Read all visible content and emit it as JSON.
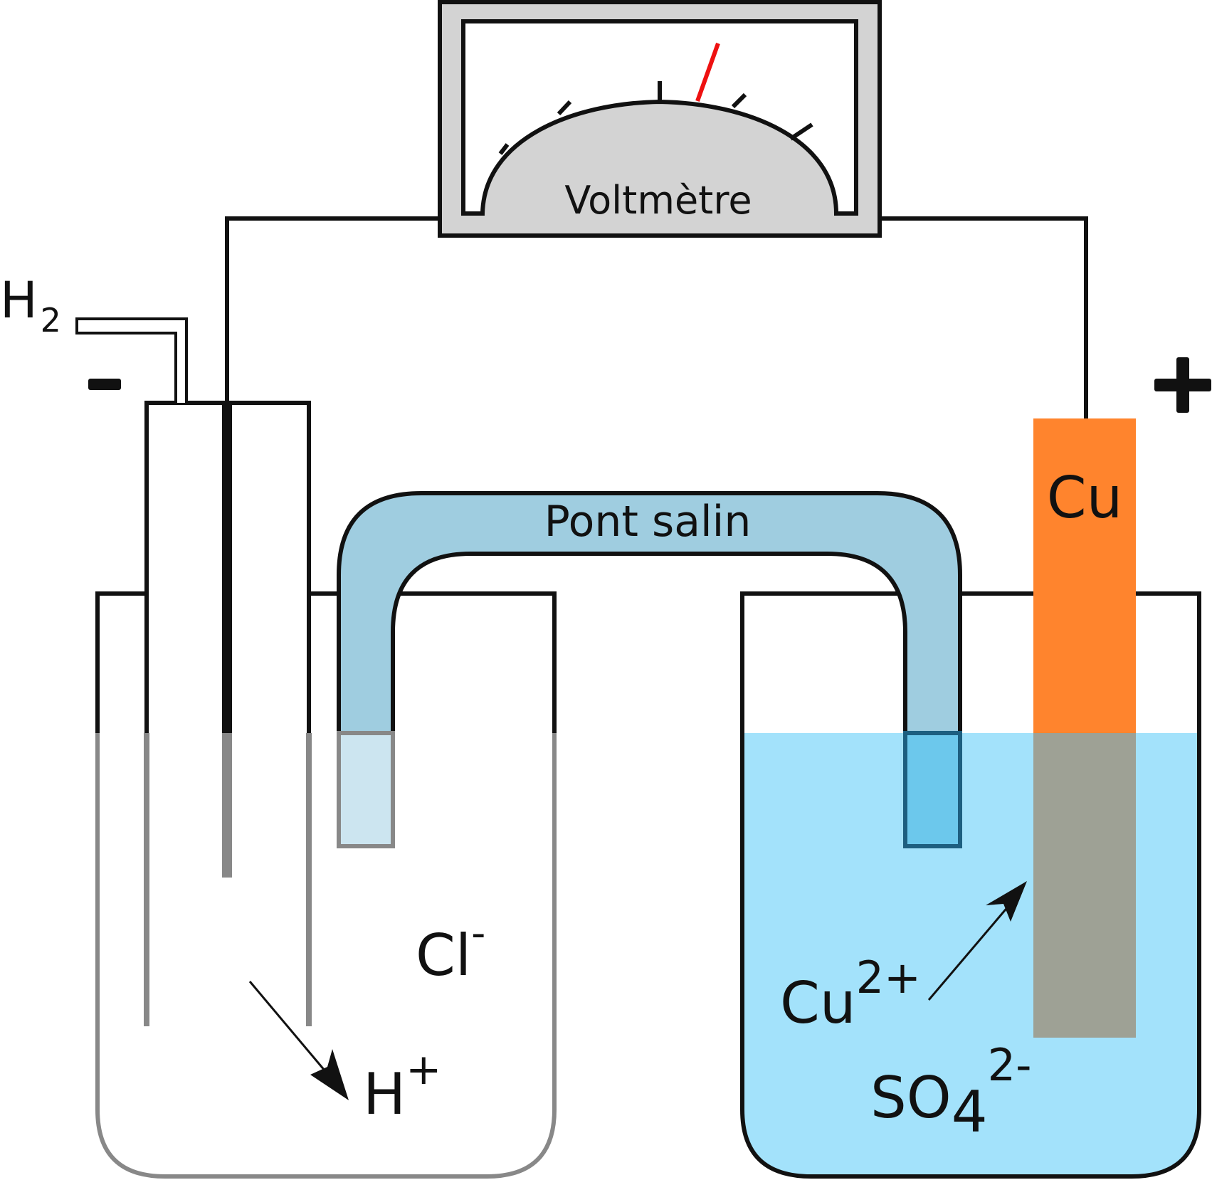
{
  "labels": {
    "voltmeter": "Voltmètre",
    "salt_bridge": "Pont salin",
    "hydrogen": "H",
    "hydrogen_sub": "2",
    "negative": "-",
    "positive": "+",
    "copper_electrode": "Cu",
    "chloride": "Cl",
    "chloride_charge": "-",
    "hydrogen_ion": "H",
    "hydrogen_ion_charge": "+",
    "copper_ion": "Cu",
    "copper_ion_charge": "2+",
    "sulfate": "SO",
    "sulfate_sub": "4",
    "sulfate_charge": "2-"
  },
  "colors": {
    "outline": "#111111",
    "submerged_outline": "#888888",
    "meter_face": "#d3d3d3",
    "needle": "#ee1111",
    "salt_bridge_fill": "#9fcde0",
    "salt_bridge_submerged_left": "#cce5f0",
    "salt_bridge_submerged_right": "#6cc8ec",
    "copper_solution": "#a3e2fb",
    "copper": "#ff842d",
    "copper_submerged": "#9ea195"
  }
}
